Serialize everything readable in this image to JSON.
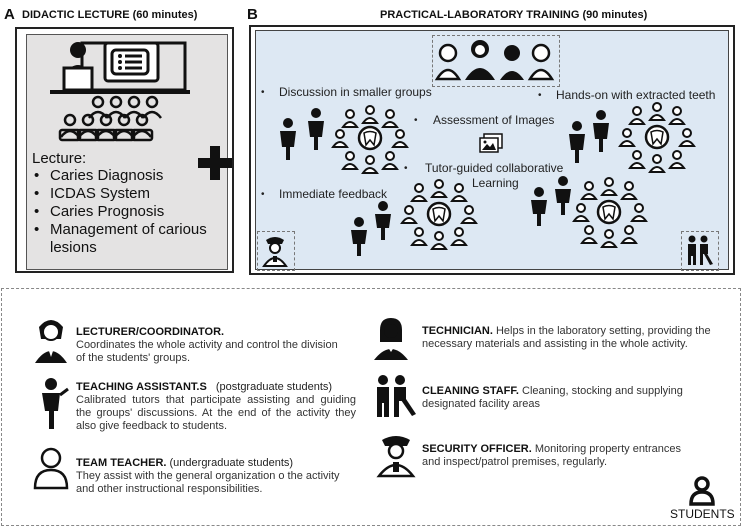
{
  "panel_a": {
    "label": "A",
    "title": "DIDACTIC LECTURE (60 minutes)",
    "lecture_heading": "Lecture:",
    "topics": [
      "Caries Diagnosis",
      "ICDAS System",
      "Caries Prognosis",
      "Management of carious lesions"
    ]
  },
  "plus_symbol": "+",
  "panel_b": {
    "label": "B",
    "title": "PRACTICAL-LABORATORY  TRAINING (90 minutes)",
    "activities": {
      "discussion": "Discussion in smaller groups",
      "hands_on": "Hands-on with extracted teeth",
      "assessment": "Assessment of Images",
      "tutor_guided": "Tutor-guided collaborative",
      "tutor_guided_2": "Learning",
      "feedback": "Immediate feedback"
    }
  },
  "legend": {
    "lecturer": {
      "title": "LECTURER/COORDINATOR.",
      "desc": "Coordinates the whole activity and control the division of the students'   groups."
    },
    "assistant": {
      "title": "TEACHING ASSISTANT.S",
      "note": "(postgraduate students)",
      "desc": "Calibrated tutors that participate assisting and guiding the groups'  discussions. At the end of the activity they also give feedback to students."
    },
    "team_teacher": {
      "title": "TEAM TEACHER.",
      "note": "(undergraduate students)",
      "desc": "They assist with the general organization o the activity and other instructional responsibilities."
    },
    "technician": {
      "title": "TECHNICIAN.",
      "desc": "Helps in the laboratory setting, providing the necessary materials and assisting in the whole activity."
    },
    "cleaning": {
      "title": "CLEANING STAFF.",
      "desc": "Cleaning, stocking and supplying designated facility areas"
    },
    "security": {
      "title": "SECURITY OFFICER.",
      "desc": "Monitoring property entrances and inspect/patrol premises, regularly."
    },
    "students": "STUDENTS"
  }
}
